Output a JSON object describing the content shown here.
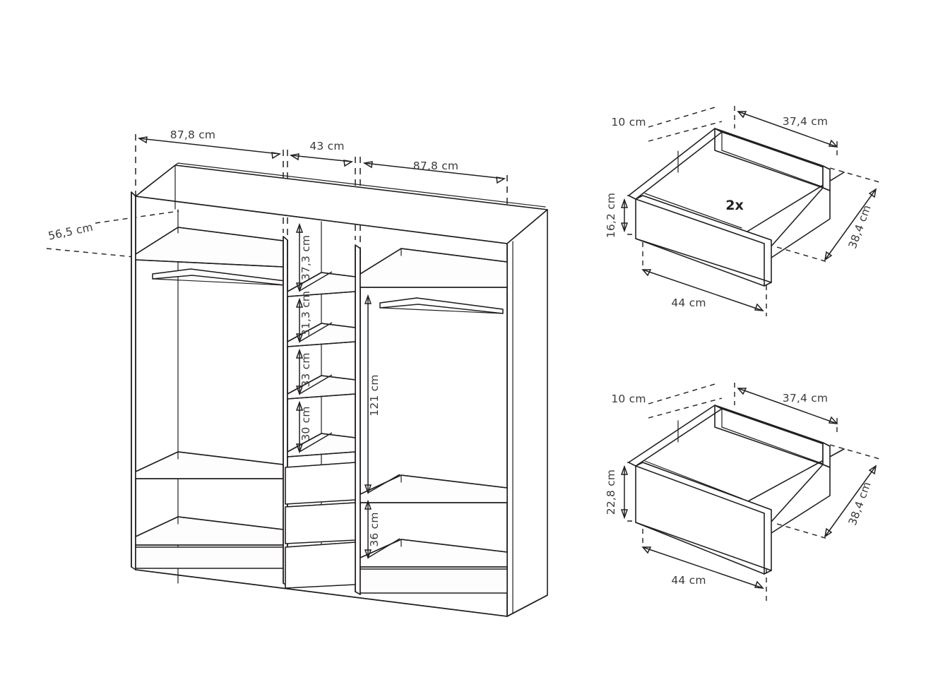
{
  "document": {
    "type": "technical-assembly-drawing",
    "subject": "Wardrobe interior layout with drawer inserts",
    "units": "cm",
    "background_color": "#ffffff",
    "line_color": "#231f20",
    "text_color": "#3b3b3b"
  },
  "wardrobe": {
    "name": "wardrobe-interior-elevation",
    "widths": {
      "left_section": "87,8 cm",
      "center_section": "43 cm",
      "right_section": "87,8 cm"
    },
    "depth_label": "56,5 cm",
    "center_column_shelf_heights": [
      "37,3 cm",
      "31,3 cm",
      "33 cm",
      "30 cm"
    ],
    "right_section_heights": {
      "hanging_height": "121 cm",
      "lower_shelf_height": "36 cm"
    },
    "center_drawer_count": 3,
    "compartments": {
      "left": "shelf-with-hanging-rail",
      "center": "shelves-and-drawers",
      "right": "shelf-with-hanging-rail"
    }
  },
  "drawer_top": {
    "name": "drawer-small",
    "quantity_label": "2x",
    "dims": {
      "front_thickness": "10 cm",
      "inner_width": "37,4 cm",
      "front_height": "16,2 cm",
      "side_depth": "38,4 cm",
      "front_width": "44 cm"
    }
  },
  "drawer_bottom": {
    "name": "drawer-large",
    "quantity_label": "",
    "dims": {
      "front_thickness": "10 cm",
      "inner_width": "37,4 cm",
      "front_height": "22,8 cm",
      "side_depth": "38,4 cm",
      "front_width": "44 cm"
    }
  }
}
